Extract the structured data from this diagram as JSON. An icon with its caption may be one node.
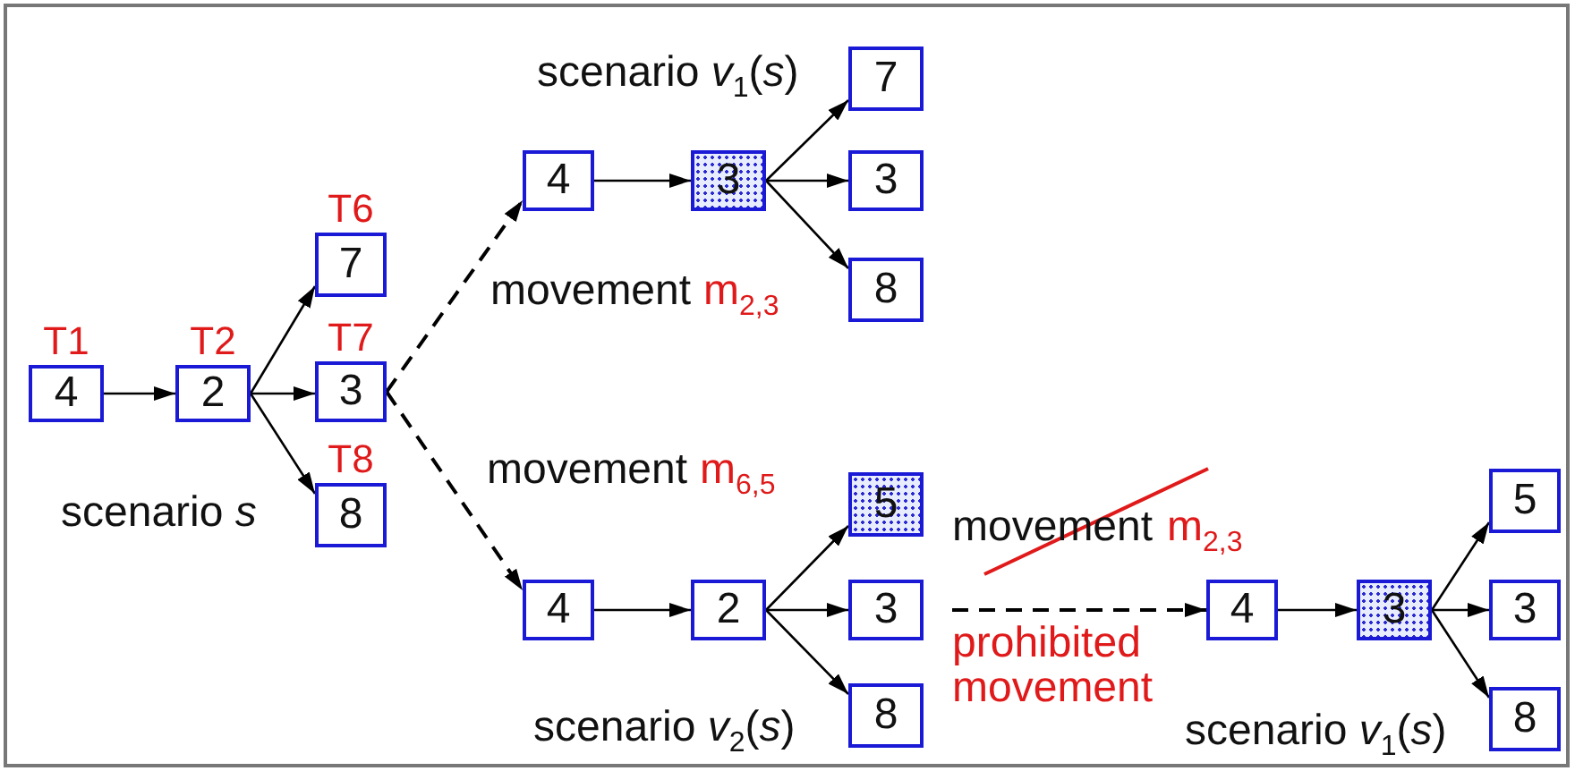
{
  "diagram": {
    "nodes": [
      {
        "text": [
          "4"
        ],
        "beside": [
          "T1"
        ]
      },
      {
        "text": [
          "2"
        ],
        "beside": [
          "T2"
        ]
      },
      {
        "text": [
          "7"
        ],
        "beside": [
          "T6"
        ]
      },
      {
        "text": [
          "3"
        ],
        "beside": [
          "T7"
        ]
      },
      {
        "text": [
          "8"
        ],
        "beside": [
          "T8"
        ]
      },
      {
        "text": [
          "4"
        ]
      },
      {
        "text": [
          "3"
        ]
      },
      {
        "text": [
          "7"
        ]
      },
      {
        "text": [
          "3"
        ]
      },
      {
        "text": [
          "8"
        ]
      },
      {
        "text": [
          "4"
        ]
      },
      {
        "text": [
          "2"
        ]
      },
      {
        "text": [
          "5"
        ]
      },
      {
        "text": [
          "3"
        ]
      },
      {
        "text": [
          "8"
        ]
      },
      {
        "text": [
          "4"
        ]
      },
      {
        "text": [
          "3"
        ]
      },
      {
        "text": [
          "5"
        ]
      },
      {
        "text": [
          "3"
        ]
      },
      {
        "text": [
          "8"
        ]
      }
    ],
    "edges": [
      {
        "from": 0,
        "to": 1,
        "arrow": "to"
      },
      {
        "from": 1,
        "to": 2,
        "arrow": "to"
      },
      {
        "from": 1,
        "to": 3,
        "arrow": "to"
      },
      {
        "from": 1,
        "to": 4,
        "arrow": "to"
      },
      {
        "from": 3,
        "to": 5,
        "arrow": "to",
        "style": "dashed"
      },
      {
        "from": 3,
        "to": 10,
        "arrow": "to",
        "style": "dashed"
      },
      {
        "from": 5,
        "to": 6,
        "arrow": "to"
      },
      {
        "from": 6,
        "to": 7,
        "arrow": "to"
      },
      {
        "from": 6,
        "to": 8,
        "arrow": "to"
      },
      {
        "from": 6,
        "to": 9,
        "arrow": "to"
      },
      {
        "from": 10,
        "to": 11,
        "arrow": "to"
      },
      {
        "from": 11,
        "to": 12,
        "arrow": "to"
      },
      {
        "from": 11,
        "to": 13,
        "arrow": "to"
      },
      {
        "from": 11,
        "to": 14,
        "arrow": "to"
      },
      {
        "from": null,
        "to": 15,
        "arrow": "to",
        "style": "dashed"
      },
      {
        "from": 15,
        "to": 16,
        "arrow": "to"
      },
      {
        "from": 16,
        "to": 17,
        "arrow": "to"
      },
      {
        "from": 16,
        "to": 18,
        "arrow": "to"
      },
      {
        "from": 16,
        "to": 19,
        "arrow": "to"
      }
    ],
    "labels": [
      "scenario *v*$_{1}$(*s*)",
      "movement",
      "m$_{2,3}$",
      "movement",
      "m$_{6,5}$",
      "scenario *s*",
      "movement",
      "m$_{2,3}$",
      "prohibited movement",
      "scenario *v*$_{2}$(*s*)",
      "scenario *v*$_{1}$(*s*)"
    ]
  }
}
